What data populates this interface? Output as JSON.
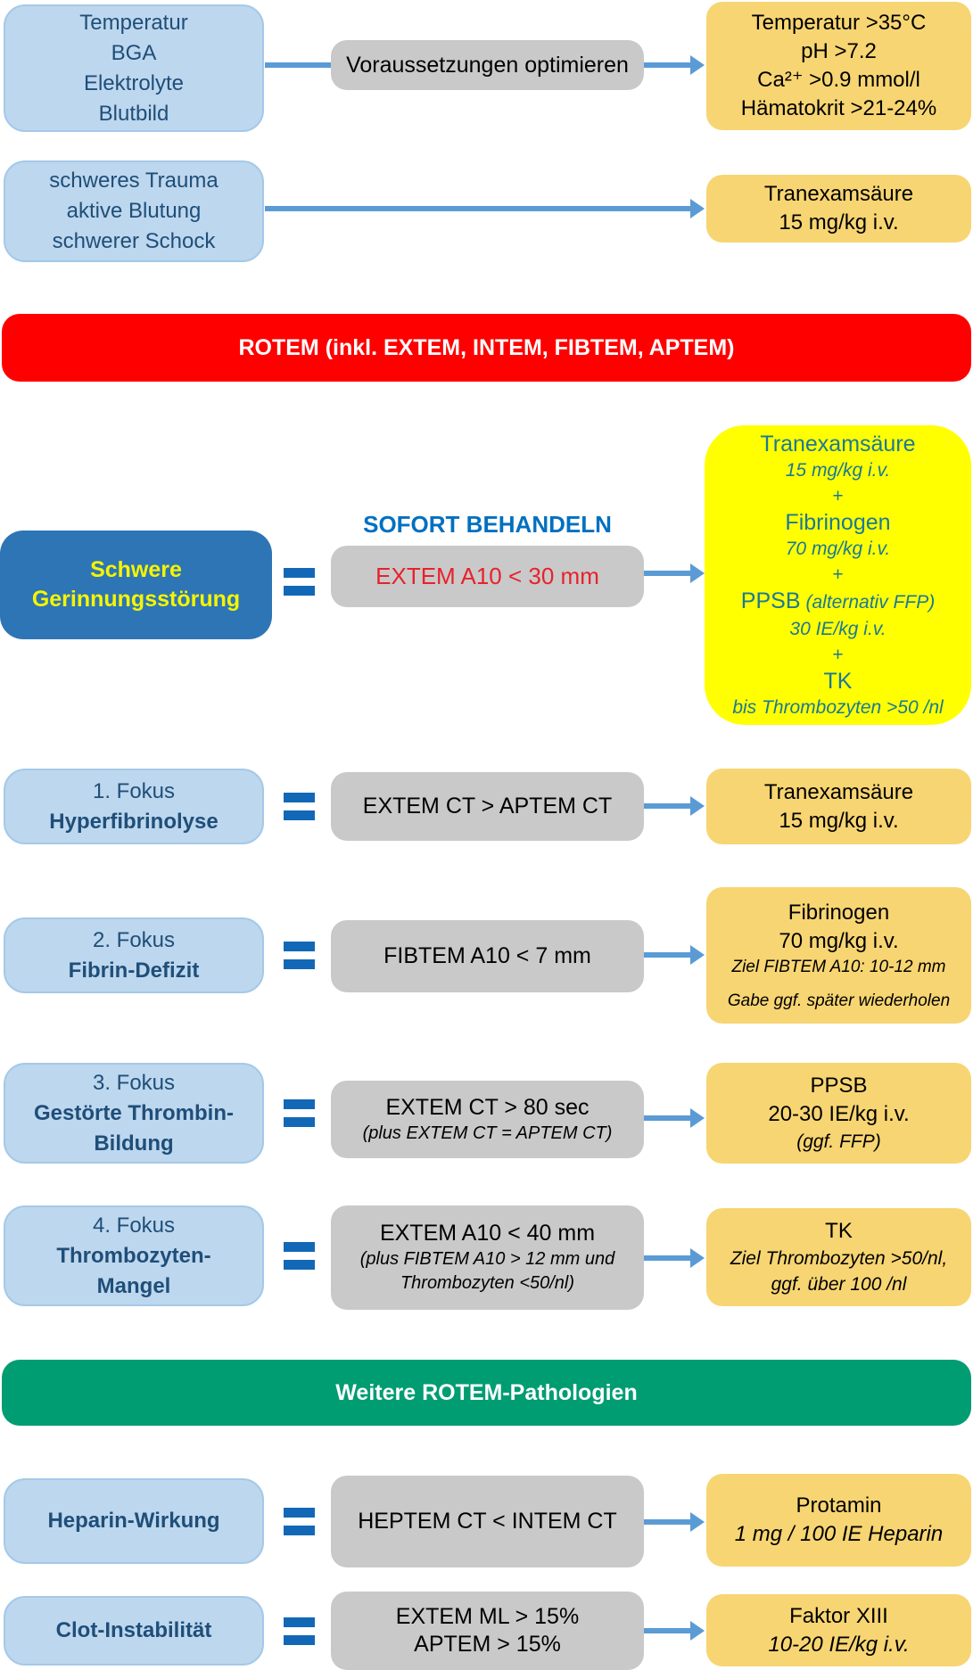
{
  "palette": {
    "light_blue_fill": "#BDD7EE",
    "light_blue_border": "#A5C9E8",
    "dark_blue_fill": "#2E75B6",
    "gray_fill": "#C9C9C9",
    "soft_yellow_fill": "#F7D572",
    "bright_yellow_fill": "#FFFF00",
    "banner_red": "#FE0000",
    "banner_green": "#009C72",
    "navy_text": "#1F4E79",
    "alert_blue_text": "#0070C0",
    "criterion_red_text": "#E8212B",
    "equals_blue": "#1268B6",
    "arrow_blue": "#5B9BD5",
    "teal_text": "#1B7996",
    "severe_title_yellow": "#F5F500"
  },
  "prep_row": {
    "inputs": [
      "Temperatur",
      "BGA",
      "Elektrolyte",
      "Blutbild"
    ],
    "action": "Voraussetzungen optimieren",
    "targets": [
      "Temperatur >35°C",
      "pH >7.2",
      "Ca²⁺ >0.9 mmol/l",
      "Hämatokrit >21-24%"
    ]
  },
  "trauma_row": {
    "conditions": [
      "schweres Trauma",
      "aktive Blutung",
      "schwerer Schock"
    ],
    "treatment": [
      "Tranexamsäure",
      "15 mg/kg i.v."
    ]
  },
  "rotem_banner": {
    "label": "ROTEM (inkl. EXTEM, INTEM, FIBTEM, APTEM)"
  },
  "severe": {
    "title_lines": [
      "Schwere",
      "Gerinnungsstörung"
    ],
    "alert": "SOFORT BEHANDELN",
    "criterion": "EXTEM A10 < 30 mm",
    "treatment": {
      "drug1": "Tranexamsäure",
      "dose1": "15 mg/kg i.v.",
      "plus1": "+",
      "drug2": "Fibrinogen",
      "dose2": "70 mg/kg i.v.",
      "plus2": "+",
      "drug3": "PPSB",
      "drug3_note": "(alternativ FFP)",
      "dose3": "30 IE/kg i.v.",
      "plus3": "+",
      "drug4": "TK",
      "dose4": "bis Thrombozyten >50 /nl"
    }
  },
  "focus1": {
    "title": "1. Fokus",
    "subtitle": "Hyperfibrinolyse",
    "criterion": "EXTEM CT > APTEM CT",
    "treatment_line1": "Tranexamsäure",
    "treatment_line2": "15 mg/kg i.v."
  },
  "focus2": {
    "title": "2. Fokus",
    "subtitle": "Fibrin-Defizit",
    "criterion": "FIBTEM A10 < 7 mm",
    "treatment_line1": "Fibrinogen",
    "treatment_line2": "70 mg/kg i.v.",
    "treatment_note1": "Ziel FIBTEM A10: 10-12 mm",
    "treatment_note2": "Gabe ggf. später wiederholen"
  },
  "focus3": {
    "title": "3. Fokus",
    "subtitle_line1": "Gestörte Thrombin-",
    "subtitle_line2": "Bildung",
    "criterion": "EXTEM CT > 80 sec",
    "criterion_note": "(plus EXTEM CT = APTEM CT)",
    "treatment_line1": "PPSB",
    "treatment_line2": "20-30 IE/kg i.v.",
    "treatment_note": "(ggf. FFP)"
  },
  "focus4": {
    "title": "4. Fokus",
    "subtitle_line1": "Thrombozyten-",
    "subtitle_line2": "Mangel",
    "criterion": "EXTEM A10 < 40 mm",
    "criterion_note_line1": "(plus FIBTEM A10 > 12 mm und",
    "criterion_note_line2": "Thrombozyten <50/nl)",
    "treatment_line1": "TK",
    "treatment_note_line1": "Ziel Thrombozyten >50/nl,",
    "treatment_note_line2": "ggf. über 100 /nl"
  },
  "pathologies_banner": {
    "label": "Weitere ROTEM-Pathologien"
  },
  "heparin_row": {
    "label": "Heparin-Wirkung",
    "criterion": "HEPTEM CT < INTEM CT",
    "treatment_line1": "Protamin",
    "treatment_line2": "1 mg / 100 IE Heparin"
  },
  "clot_row": {
    "label": "Clot-Instabilität",
    "criterion_line1": "EXTEM ML > 15%",
    "criterion_line2": "APTEM > 15%",
    "treatment_line1": "Faktor XIII",
    "treatment_line2": "10-20 IE/kg i.v."
  }
}
